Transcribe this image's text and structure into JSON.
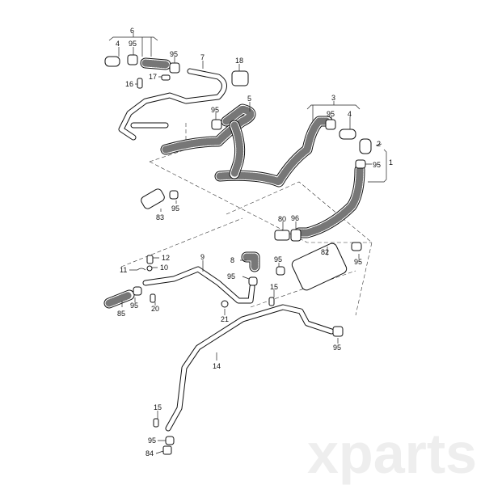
{
  "watermark": "xparts",
  "labels": {
    "l6": "6",
    "l4a": "4",
    "l95a": "95",
    "l95b": "95",
    "l7": "7",
    "l18": "18",
    "l17": "17",
    "l16": "16",
    "l95c": "95",
    "l5": "5",
    "l3": "3",
    "l95d": "95",
    "l4b": "4",
    "l2": "2",
    "l95e": "95",
    "l1": "1",
    "l95f": "95",
    "l83": "83",
    "l80": "80",
    "l96": "96",
    "l82": "82",
    "l95g": "95",
    "l12": "12",
    "l10": "10",
    "l11": "11",
    "l9": "9",
    "l8": "8",
    "l95h": "95",
    "l95i": "95",
    "l15a": "15",
    "l95j": "95",
    "l85": "85",
    "l20": "20",
    "l21": "21",
    "l95k": "95",
    "l14": "14",
    "l15b": "15",
    "l95l": "95",
    "l84": "84"
  }
}
